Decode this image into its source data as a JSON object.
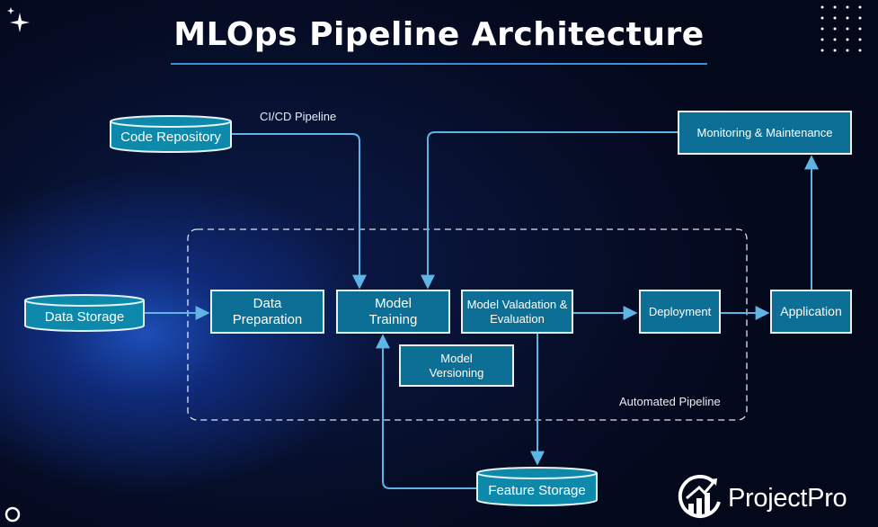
{
  "title": "MLOps Pipeline Architecture",
  "nodes": {
    "code_repository": "Code Repository",
    "data_storage": "Data Storage",
    "data_preparation": "Data Preparation",
    "model_training": "Model Training",
    "model_validation": "Model Valadation & Evaluation",
    "model_versioning": "Model Versioning",
    "deployment": "Deployment",
    "application": "Application",
    "monitoring": "Monitoring & Maintenance",
    "feature_storage": "Feature Storage"
  },
  "labels": {
    "cicd": "CI/CD Pipeline",
    "automated": "Automated Pipeline"
  },
  "brand": "ProjectPro",
  "colors": {
    "box_fill": "#0d6f96",
    "arrow": "#5fb4e6",
    "dashed_border": "#dfe8f0"
  }
}
